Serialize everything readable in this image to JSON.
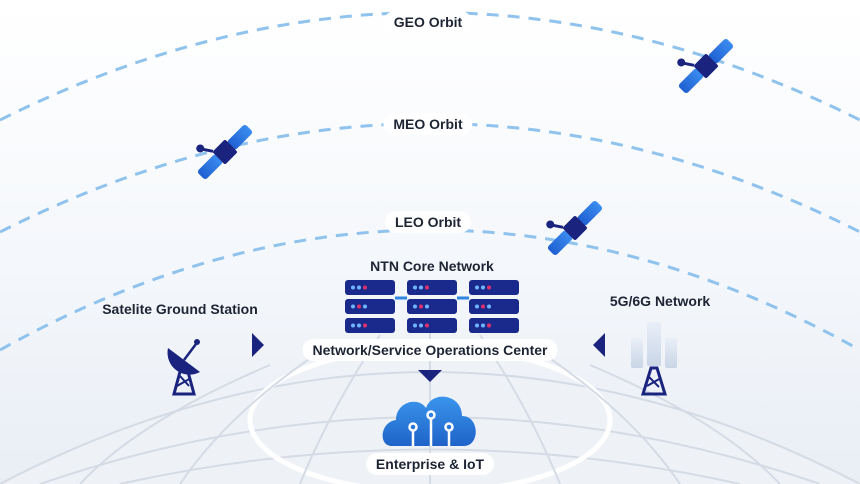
{
  "orbits": {
    "geo_label": "GEO Orbit",
    "meo_label": "MEO Orbit",
    "leo_label": "LEO Orbit"
  },
  "nodes": {
    "core_network_label": "NTN Core Network",
    "ground_station_label": "Satelite Ground Station",
    "network_5g6g_label": "5G/6G Network",
    "operations_center_label": "Network/Service Operations Center",
    "enterprise_iot_label": "Enterprise & IoT"
  },
  "icons": {
    "satellite": "satellite-icon",
    "server": "server-rack-icon",
    "ground_station": "satellite-dish-icon",
    "cell_tower": "cell-tower-icon",
    "cloud": "cloud-iot-icon",
    "arrow": "arrow-icon"
  },
  "colors": {
    "orbit_dash": "#8fc3ee",
    "satellite_body": "#1a237e",
    "satellite_panel": "#2f7ee6",
    "server_body": "#1a2a8c",
    "cloud_blue": "#2f86e3",
    "arrow_navy": "#1a237e",
    "globe_grid": "#d5dbe5"
  }
}
